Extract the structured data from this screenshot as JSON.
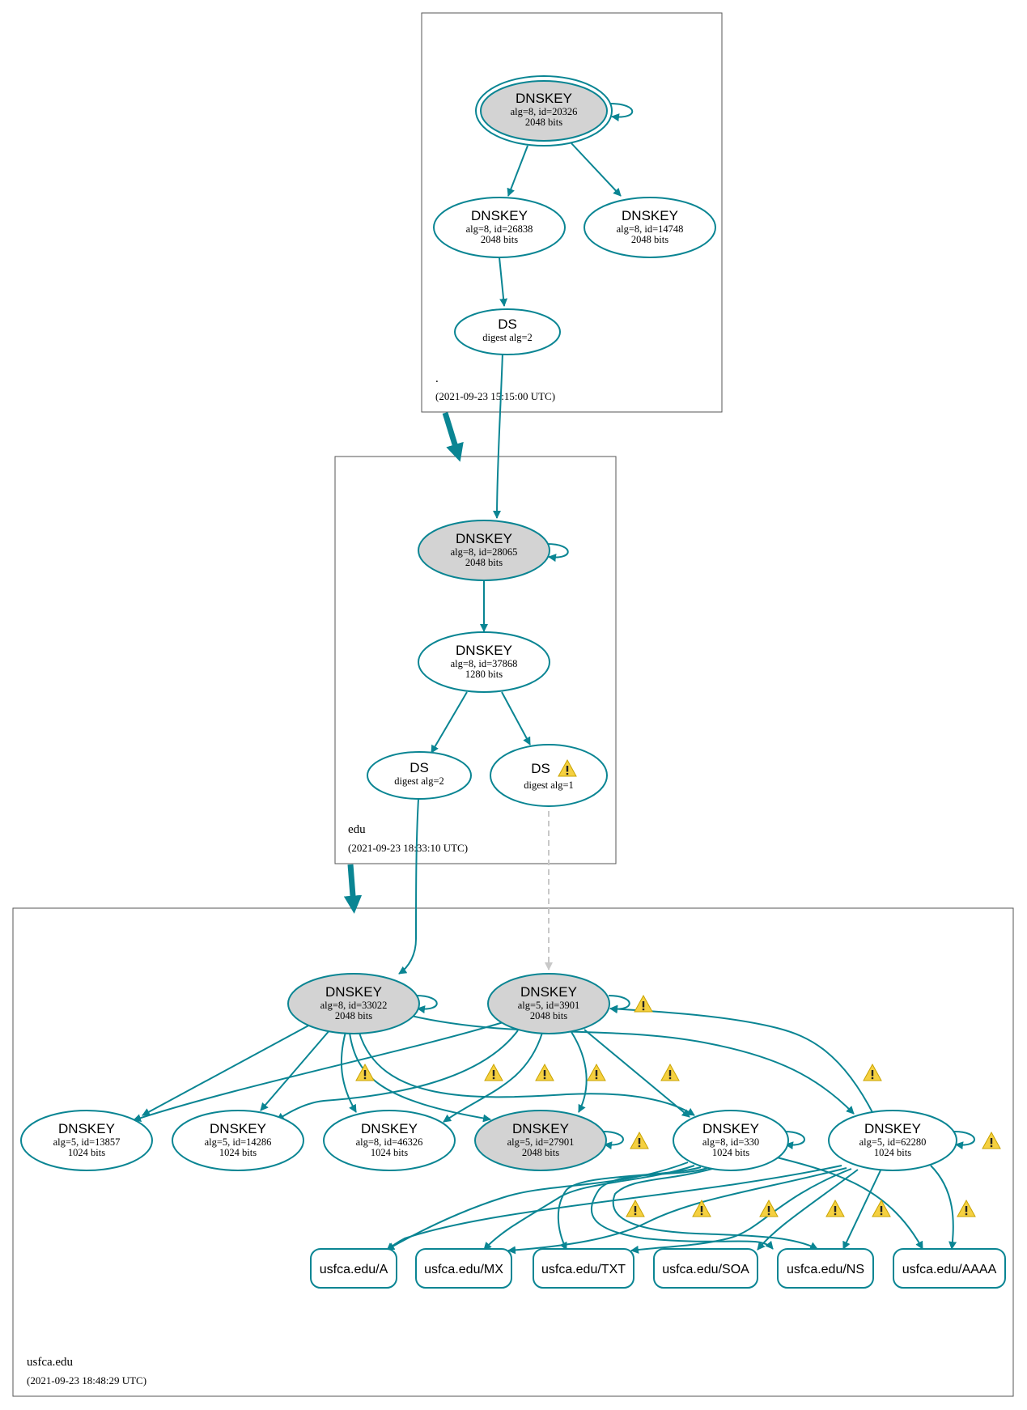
{
  "zones": [
    {
      "id": "root",
      "name": ".",
      "timestamp": "(2021-09-23 15:15:00 UTC)"
    },
    {
      "id": "edu",
      "name": "edu",
      "timestamp": "(2021-09-23 18:33:10 UTC)"
    },
    {
      "id": "usfca",
      "name": "usfca.edu",
      "timestamp": "(2021-09-23 18:48:29 UTC)"
    }
  ],
  "nodes": [
    {
      "id": "r_ksk",
      "title": "DNSKEY",
      "line1": "alg=8, id=20326",
      "line2": "2048 bits",
      "sep": true,
      "double": true
    },
    {
      "id": "r_zsk1",
      "title": "DNSKEY",
      "line1": "alg=8, id=26838",
      "line2": "2048 bits"
    },
    {
      "id": "r_zsk2",
      "title": "DNSKEY",
      "line1": "alg=8, id=14748",
      "line2": "2048 bits"
    },
    {
      "id": "r_ds",
      "title": "DS",
      "line1": "digest alg=2",
      "line2": ""
    },
    {
      "id": "e_ksk",
      "title": "DNSKEY",
      "line1": "alg=8, id=28065",
      "line2": "2048 bits",
      "sep": true
    },
    {
      "id": "e_zsk",
      "title": "DNSKEY",
      "line1": "alg=8, id=37868",
      "line2": "1280 bits"
    },
    {
      "id": "e_ds2",
      "title": "DS",
      "line1": "digest alg=2",
      "line2": ""
    },
    {
      "id": "e_ds1",
      "title": "DS",
      "line1": "digest alg=1",
      "line2": "",
      "warn": true
    },
    {
      "id": "u_k33022",
      "title": "DNSKEY",
      "line1": "alg=8, id=33022",
      "line2": "2048 bits",
      "sep": true
    },
    {
      "id": "u_k3901",
      "title": "DNSKEY",
      "line1": "alg=5, id=3901",
      "line2": "2048 bits",
      "sep": true
    },
    {
      "id": "u_k13857",
      "title": "DNSKEY",
      "line1": "alg=5, id=13857",
      "line2": "1024 bits"
    },
    {
      "id": "u_k14286",
      "title": "DNSKEY",
      "line1": "alg=5, id=14286",
      "line2": "1024 bits"
    },
    {
      "id": "u_k46326",
      "title": "DNSKEY",
      "line1": "alg=8, id=46326",
      "line2": "1024 bits"
    },
    {
      "id": "u_k27901",
      "title": "DNSKEY",
      "line1": "alg=5, id=27901",
      "line2": "2048 bits",
      "sep": true
    },
    {
      "id": "u_k330",
      "title": "DNSKEY",
      "line1": "alg=8, id=330",
      "line2": "1024 bits"
    },
    {
      "id": "u_k62280",
      "title": "DNSKEY",
      "line1": "alg=5, id=62280",
      "line2": "1024 bits"
    }
  ],
  "rrsets": [
    {
      "id": "rr_a",
      "label": "usfca.edu/A"
    },
    {
      "id": "rr_mx",
      "label": "usfca.edu/MX"
    },
    {
      "id": "rr_txt",
      "label": "usfca.edu/TXT"
    },
    {
      "id": "rr_soa",
      "label": "usfca.edu/SOA"
    },
    {
      "id": "rr_ns",
      "label": "usfca.edu/NS"
    },
    {
      "id": "rr_aaaa",
      "label": "usfca.edu/AAAA"
    }
  ],
  "colors": {
    "edge": "#0a8593",
    "sep_fill": "#d3d3d3",
    "warn_fill": "#f5d040",
    "dashed_edge": "#c8c8c8",
    "zone_border": "#555555"
  }
}
